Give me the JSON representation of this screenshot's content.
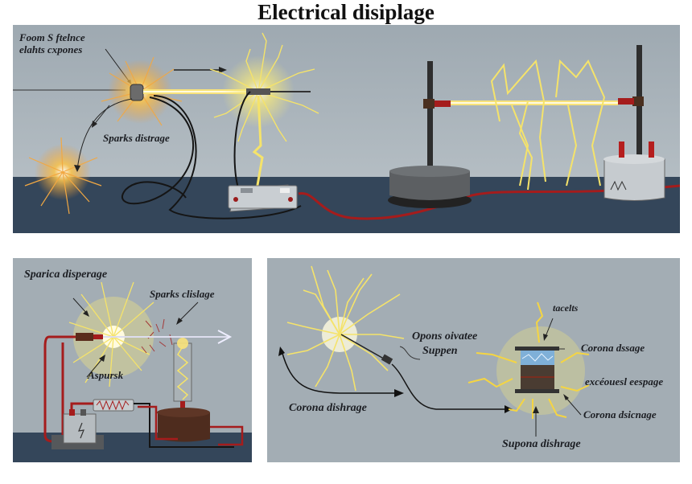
{
  "title": "Electrical disiplage",
  "colors": {
    "panel_background": "#a3adb4",
    "table_surface": "#34465a",
    "spark_yellow": "#f5e36a",
    "spark_orange": "#f2a33a",
    "cable_red": "#a51c1c",
    "cable_black": "#151515",
    "label_text": "#1b1d22"
  },
  "panels": {
    "top": {
      "labels": {
        "callout_line1": "Foom S ftelnce",
        "callout_line2": "elahts cxpones",
        "sparks": "Sparks distrage"
      }
    },
    "bottom_left": {
      "labels": {
        "sparica": "Sparica disperage",
        "sparks_clislage": "Sparks clislage",
        "aspursk": "Aspursk"
      }
    },
    "bottom_right": {
      "labels": {
        "opons": "Opons oivatee",
        "suppen": "Suppen",
        "corona_left": "Corona dishrage",
        "tacelts": "tacelts",
        "corona_dssage": "Corona dssage",
        "excoues": "excéouesl eespage",
        "corona_dsicnage": "Corona dsicnage",
        "supona": "Supona dishrage"
      }
    }
  }
}
